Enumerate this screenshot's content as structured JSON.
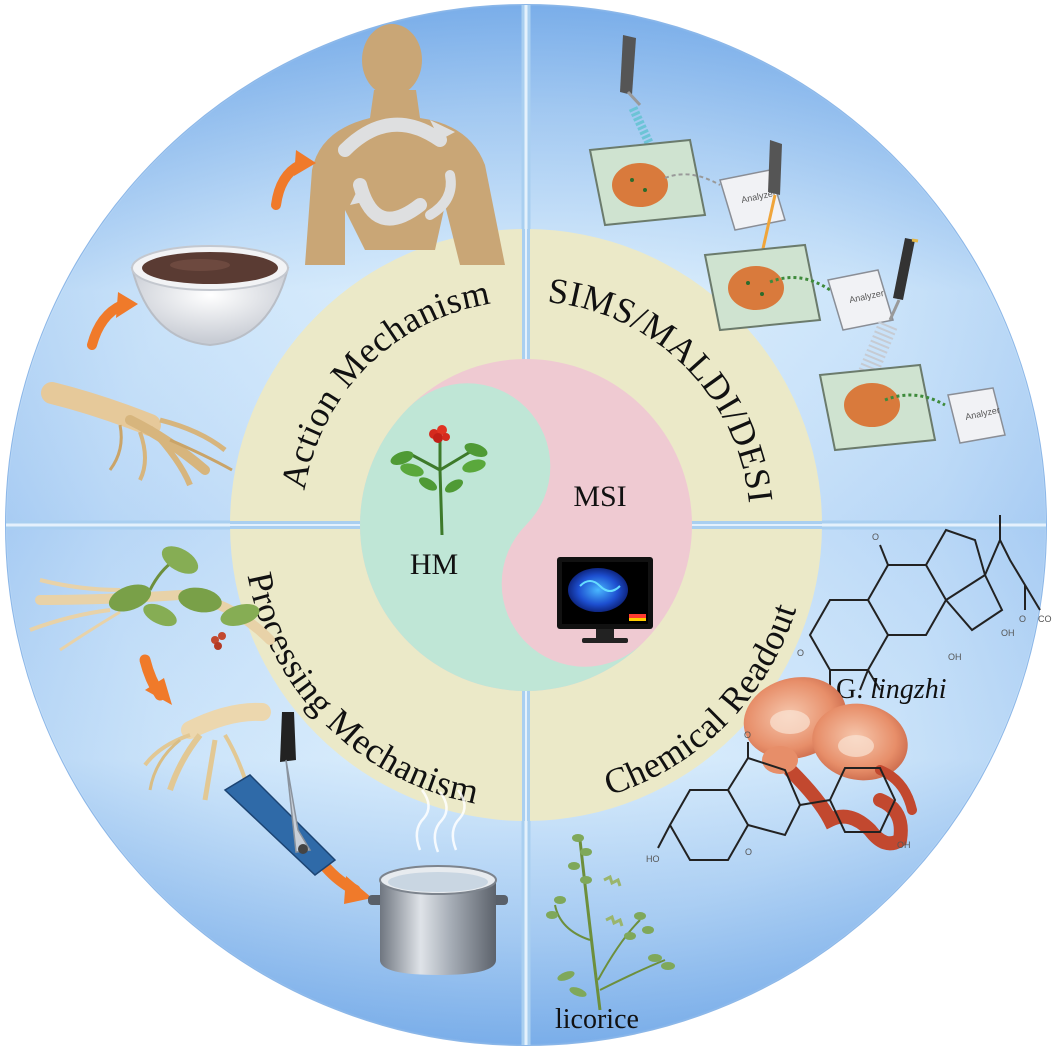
{
  "diagram": {
    "ring_labels": {
      "top_left": "Action Mechanism",
      "top_right": "SIMS/MALDI/DESI",
      "bottom_right": "Chemical Readout",
      "bottom_left": "Processing Mechanism"
    },
    "center": {
      "left": "HM",
      "right": "MSI"
    },
    "species": {
      "mushroom_prefix": "G. ",
      "mushroom_name": "lingzhi",
      "plant": "licorice"
    },
    "analyzer_label": "Analyzer",
    "colors": {
      "outer_blue_dark": "#6aa3e6",
      "outer_blue_light": "#cfe6fb",
      "ring_cream": "#ebe9c8",
      "yin_green": "#bfe6d6",
      "yang_pink": "#efcad2",
      "divider": "#a9cff0",
      "arrow_orange": "#f07a2a"
    }
  }
}
